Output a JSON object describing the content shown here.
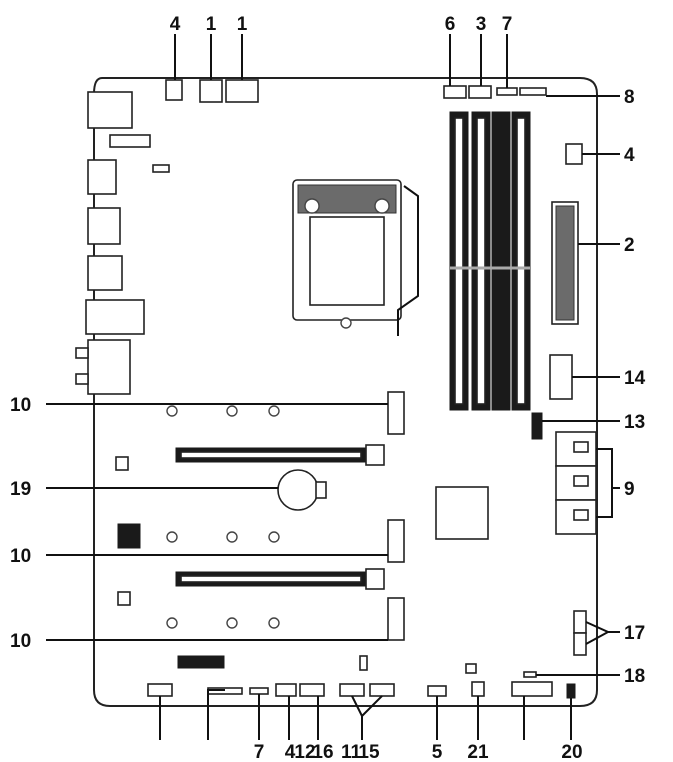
{
  "callouts": {
    "top": [
      "4",
      "1",
      "1",
      "6",
      "3",
      "7"
    ],
    "right": [
      "8",
      "4",
      "2",
      "14",
      "13",
      "9",
      "17",
      "18"
    ],
    "left": [
      "10",
      "19",
      "10",
      "10"
    ],
    "bottom": [
      "7",
      "4",
      "12",
      "16",
      "11",
      "15",
      "5",
      "21",
      "20"
    ]
  }
}
